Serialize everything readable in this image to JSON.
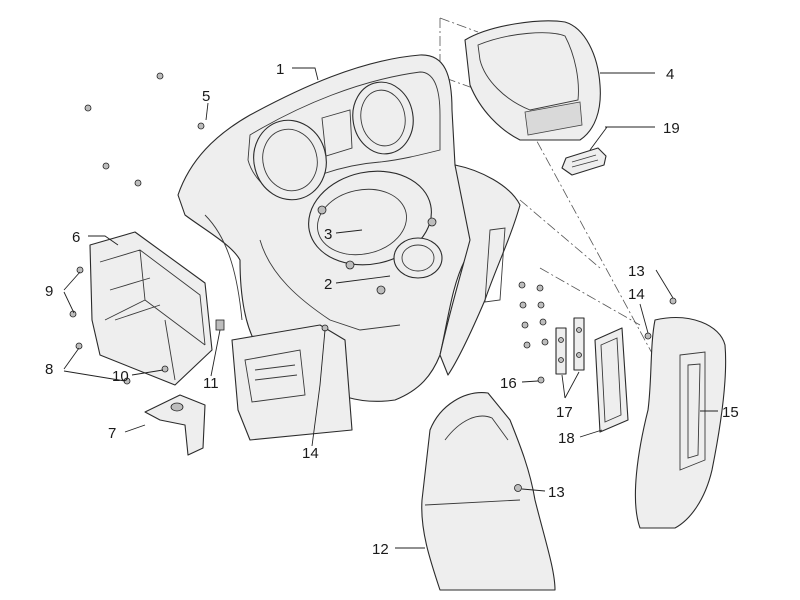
{
  "callouts": [
    {
      "id": "1",
      "text": "1"
    },
    {
      "id": "2",
      "text": "2"
    },
    {
      "id": "3",
      "text": "3"
    },
    {
      "id": "4",
      "text": "4"
    },
    {
      "id": "5",
      "text": "5"
    },
    {
      "id": "6",
      "text": "6"
    },
    {
      "id": "7",
      "text": "7"
    },
    {
      "id": "8",
      "text": "8"
    },
    {
      "id": "9",
      "text": "9"
    },
    {
      "id": "10",
      "text": "10"
    },
    {
      "id": "11",
      "text": "11"
    },
    {
      "id": "12",
      "text": "12"
    },
    {
      "id": "13a",
      "text": "13"
    },
    {
      "id": "13b",
      "text": "13"
    },
    {
      "id": "14a",
      "text": "14"
    },
    {
      "id": "14b",
      "text": "14"
    },
    {
      "id": "15",
      "text": "15"
    },
    {
      "id": "16",
      "text": "16"
    },
    {
      "id": "17",
      "text": "17"
    },
    {
      "id": "18",
      "text": "18"
    },
    {
      "id": "19",
      "text": "19"
    }
  ]
}
